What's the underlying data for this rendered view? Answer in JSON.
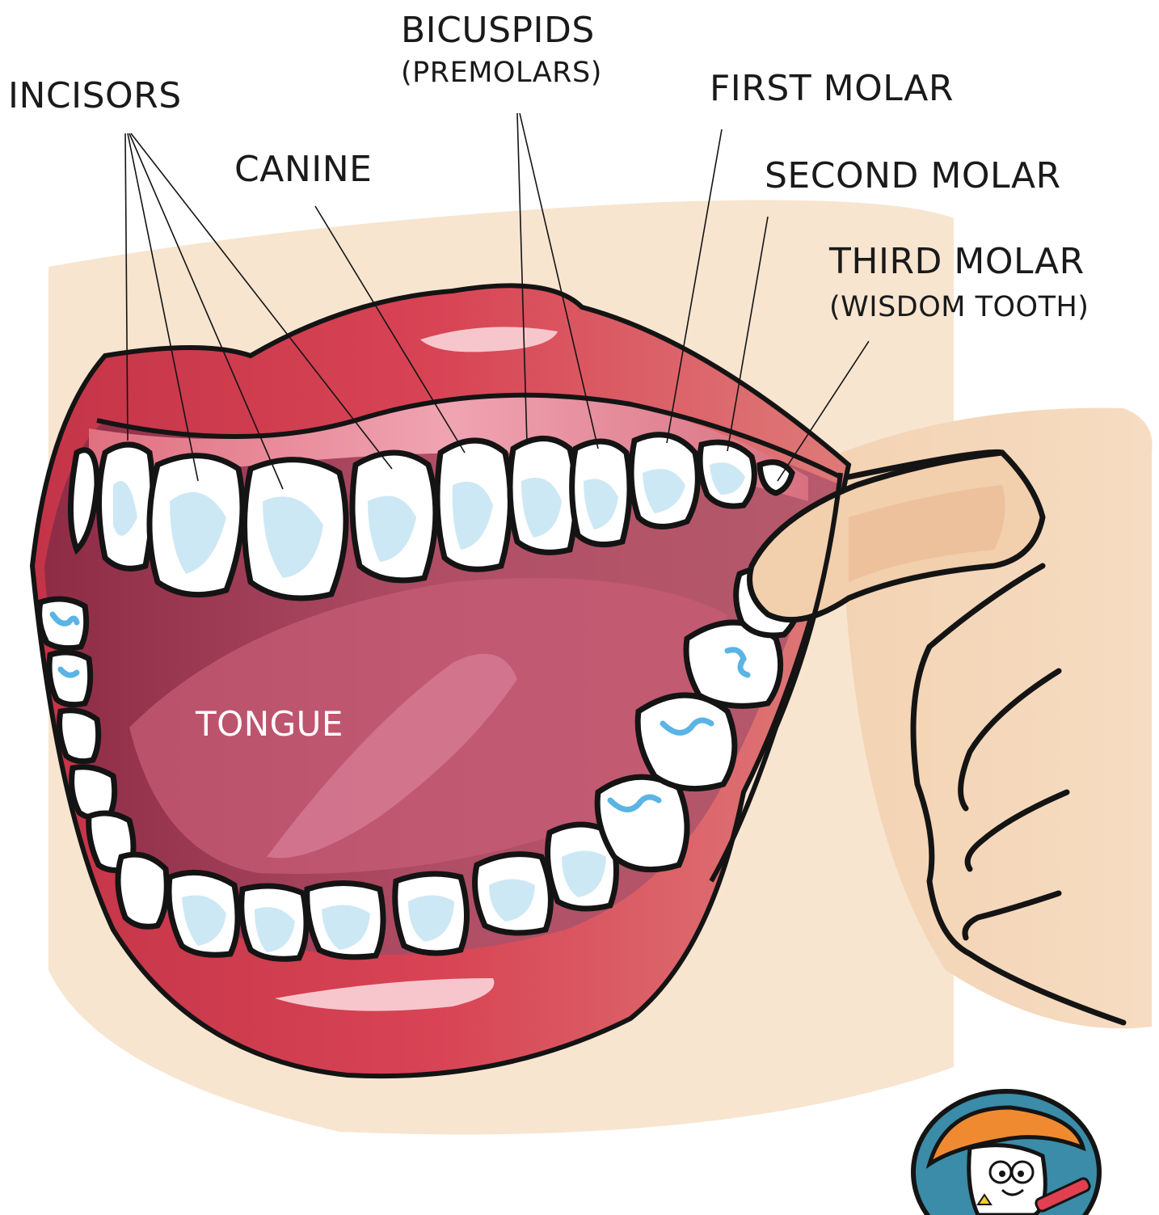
{
  "labels": {
    "incisors": "INCISORS",
    "canine": "CANINE",
    "bicuspids": "BICUSPIDS",
    "bicuspids_sub": "(PREMOLARS)",
    "first_molar": "FIRST MOLAR",
    "second_molar": "SECOND MOLAR",
    "third_molar": "THIRD MOLAR",
    "third_molar_sub": "(WISDOM TOOTH)",
    "tongue": "TONGUE"
  },
  "colors": {
    "skin": "#f2d4b4",
    "lip": "#d84a5a",
    "lip_dark": "#b83040",
    "mouth_inside": "#a84058",
    "tongue": "#c65a72",
    "tooth": "#ffffff",
    "tooth_shade": "#c8e6f4",
    "outline": "#141414",
    "label": "#1a1a1a"
  },
  "icons": [
    "mascot-tooth-icon"
  ]
}
